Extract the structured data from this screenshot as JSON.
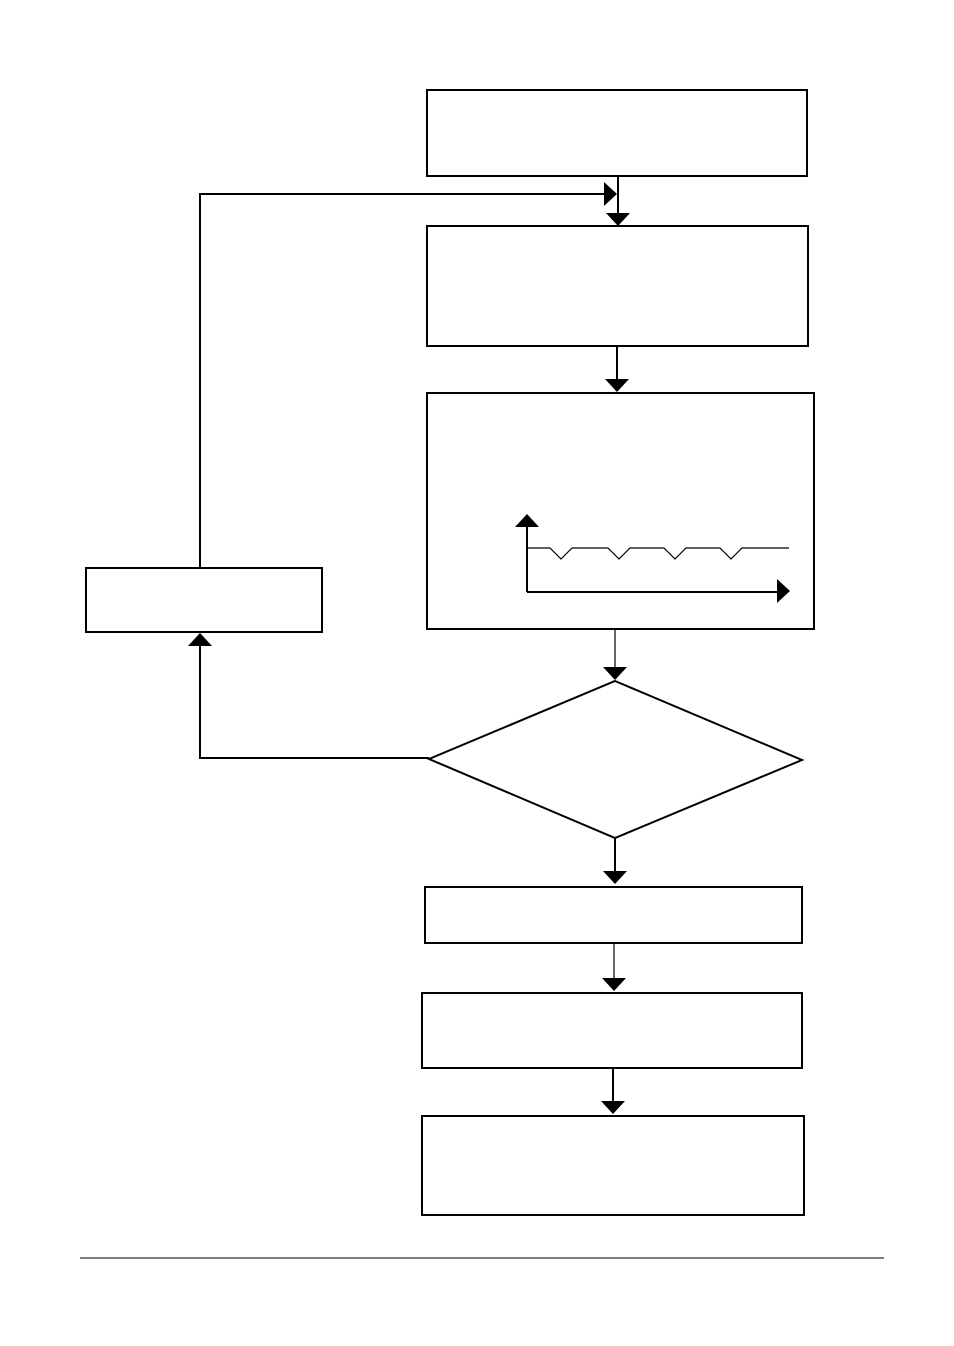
{
  "diagram": {
    "type": "flowchart",
    "nodes": [
      {
        "id": "step-1",
        "shape": "rect",
        "label": ""
      },
      {
        "id": "step-2",
        "shape": "rect",
        "label": ""
      },
      {
        "id": "step-3",
        "shape": "rect",
        "label": "",
        "contains": "waveform-graph"
      },
      {
        "id": "decision-1",
        "shape": "diamond",
        "label": ""
      },
      {
        "id": "loop-step",
        "shape": "rect",
        "label": ""
      },
      {
        "id": "step-4",
        "shape": "rect",
        "label": ""
      },
      {
        "id": "step-5",
        "shape": "rect",
        "label": ""
      },
      {
        "id": "step-6",
        "shape": "rect",
        "label": ""
      }
    ],
    "edges": [
      {
        "from": "step-1",
        "to": "step-2"
      },
      {
        "from": "step-2",
        "to": "step-3"
      },
      {
        "from": "step-3",
        "to": "decision-1"
      },
      {
        "from": "decision-1",
        "to": "loop-step"
      },
      {
        "from": "loop-step",
        "to": "step-2"
      },
      {
        "from": "decision-1",
        "to": "step-4"
      },
      {
        "from": "step-4",
        "to": "step-5"
      },
      {
        "from": "step-5",
        "to": "step-6"
      }
    ]
  },
  "colors": {
    "stroke": "#000000",
    "background": "#ffffff"
  }
}
